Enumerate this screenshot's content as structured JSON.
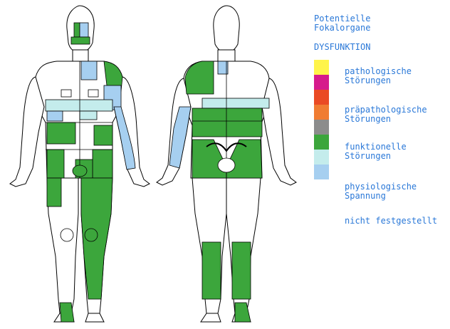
{
  "legend": {
    "title": "Potentielle\nFokalorgane",
    "subtitle": "DYSFUNKTION",
    "categories": [
      {
        "label": "pathologische\nStörungen",
        "colors": [
          "#fff44a",
          "#d61b8c"
        ]
      },
      {
        "label": "präpathologische\nStörungen",
        "colors": [
          "#ea4a24",
          "#f07c32"
        ]
      },
      {
        "label": "funktionelle\nStörungen",
        "colors": [
          "#8c8c8c",
          "#3ca63c"
        ]
      },
      {
        "label": "physiologische\nSpannung",
        "colors": [
          "#c4ecec",
          "#a6cff0"
        ]
      },
      {
        "label": "nicht festgestellt",
        "colors": []
      }
    ]
  },
  "colors": {
    "text": "#2a78d8",
    "green": "#3ca63c",
    "lightblue": "#a6cff0",
    "paleteal": "#c4ecec",
    "outline": "#000000"
  }
}
